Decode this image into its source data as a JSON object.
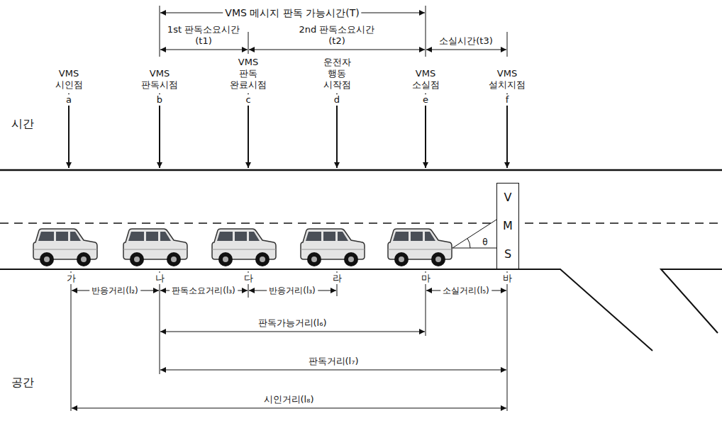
{
  "diagram": {
    "nodes": [
      {
        "text": [
          "V",
          "M",
          "S"
        ]
      }
    ],
    "labels": [
      "VMS 메시지 판독 가능시간(T)",
      "1st 판독소요시간(t1)",
      "2nd 판독소요시간(t2)",
      "소실시간(t3)",
      "VMS 시인점",
      "a",
      "VMS 판독시점",
      "b",
      "VMS 판독 완료시점",
      "c",
      "운전자 행동 시작점",
      "d",
      "VMS 소실점",
      "e",
      "VMS 설치지점",
      "f",
      "시간",
      "공간",
      "θ",
      "가",
      "나",
      "다",
      "라",
      "마",
      "바",
      "반응거리(l₂)",
      "판독소요거리(l₃)",
      "반응거리(l₃)",
      "소실거리(l₅)",
      "판독가능거리(l₆)",
      "판독거리(l₇)",
      "시인거리(l₈)"
    ]
  }
}
